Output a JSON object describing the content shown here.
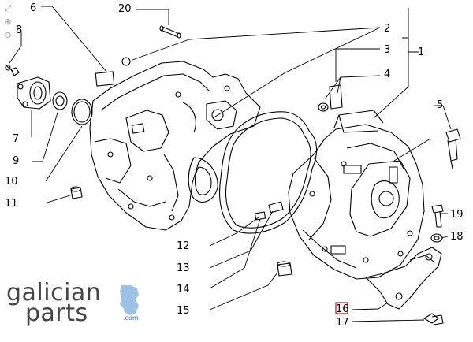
{
  "zoom_controls": {
    "expand": "⤢",
    "zoom_in": "⊕",
    "zoom_out": "⊖"
  },
  "callouts": [
    "20",
    "8",
    "6",
    "2",
    "3",
    "1",
    "4",
    "7",
    "5",
    "9",
    "10",
    "11",
    "19",
    "18",
    "12",
    "13",
    "14",
    "15",
    "16",
    "17"
  ],
  "highlighted_callout": "16",
  "logo": {
    "line1": "galician",
    "line2": "parts",
    "domain": ".com",
    "accent_color": "#2a6fb0"
  },
  "colors": {
    "line": "#000000",
    "highlight": "#e00000"
  }
}
